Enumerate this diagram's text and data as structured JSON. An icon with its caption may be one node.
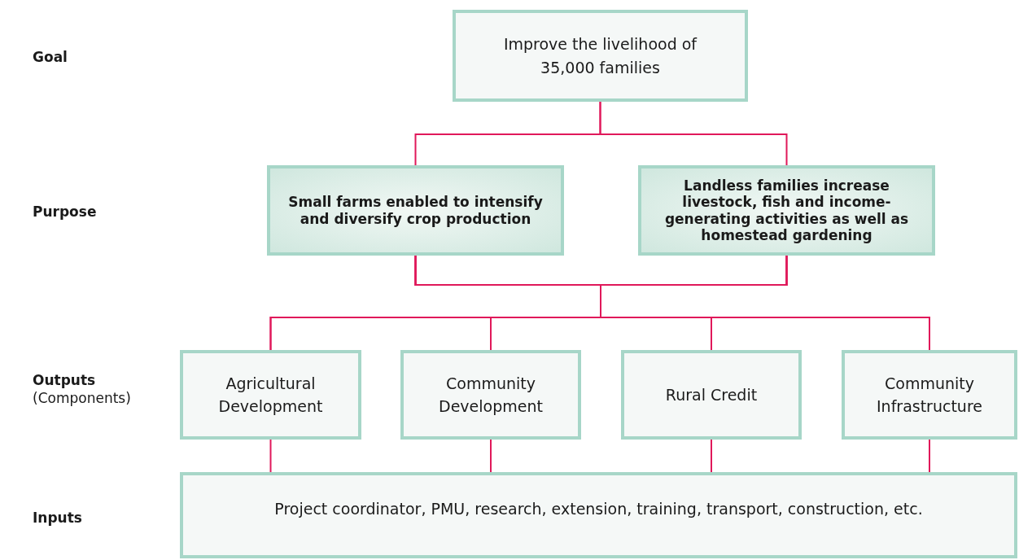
{
  "diagram": {
    "nodes": [
      {
        "text": [
          "Improve the livelihood of 35,000 families"
        ]
      },
      {
        "text": [
          "Small farms enabled to intensify and diversify crop production"
        ]
      },
      {
        "text": [
          "Landless families increase livestock, fish and income-generating activities as well as homestead gardening"
        ]
      },
      {
        "text": [
          "Agricultural Development"
        ]
      },
      {
        "text": [
          "Community Development"
        ]
      },
      {
        "text": [
          "Rural Credit"
        ]
      },
      {
        "text": [
          "Community Infrastructure"
        ]
      },
      {
        "text": [
          "Project coordinator, PMU, research, extension, training, transport, construction, etc."
        ]
      }
    ],
    "edges": [
      {
        "from": 0,
        "to": 1,
        "arrow": "none"
      },
      {
        "from": 0,
        "to": 2,
        "arrow": "none"
      },
      {
        "from": 1,
        "to": 3,
        "arrow": "none"
      },
      {
        "from": 1,
        "to": 4,
        "arrow": "none"
      },
      {
        "from": 1,
        "to": 5,
        "arrow": "none"
      },
      {
        "from": 1,
        "to": 6,
        "arrow": "none"
      },
      {
        "from": 2,
        "to": 3,
        "arrow": "none"
      },
      {
        "from": 2,
        "to": 4,
        "arrow": "none"
      },
      {
        "from": 2,
        "to": 5,
        "arrow": "none"
      },
      {
        "from": 2,
        "to": 6,
        "arrow": "none"
      },
      {
        "from": 3,
        "to": 7,
        "arrow": "none"
      },
      {
        "from": 4,
        "to": 7,
        "arrow": "none"
      },
      {
        "from": 5,
        "to": 7,
        "arrow": "none"
      },
      {
        "from": 6,
        "to": 7,
        "arrow": "none"
      }
    ],
    "labels": [
      "Goal",
      "Purpose",
      "Outputs",
      "(Components)",
      "Inputs"
    ]
  }
}
